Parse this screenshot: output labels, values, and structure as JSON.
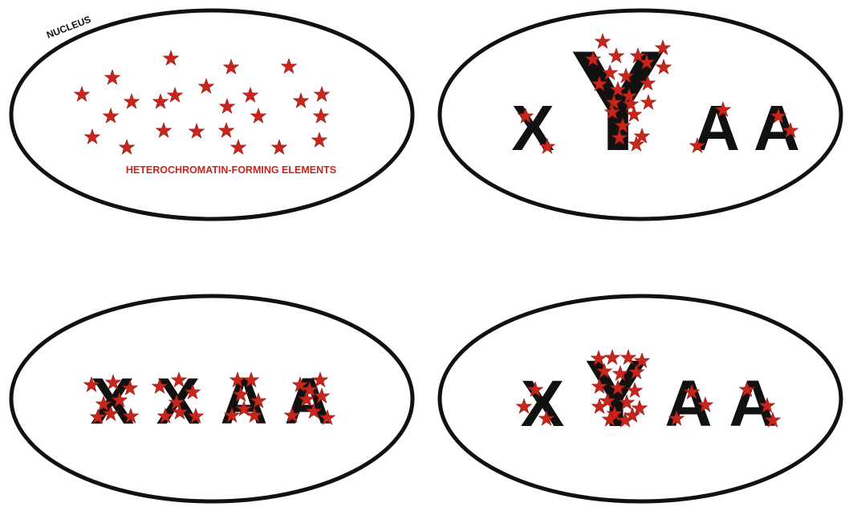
{
  "labels": {
    "nucleus": "NUCLEUS",
    "heterochromatin": "HETEROCHROMATIN-FORMING ELEMENTS"
  },
  "colors": {
    "outline": "#111111",
    "star": "#c8261c",
    "text_red": "#c8261c"
  },
  "icons": {
    "heterochromatin_element": "star-icon"
  },
  "panels": [
    {
      "id": "free-elements",
      "chromosomes": []
    },
    {
      "id": "male-xy",
      "chromosomes": [
        {
          "letter": "X",
          "star_count": 2
        },
        {
          "letter": "Y",
          "star_count": 22
        },
        {
          "letter": "A",
          "star_count": 2
        },
        {
          "letter": "A",
          "star_count": 2
        }
      ]
    },
    {
      "id": "female-xx",
      "chromosomes": [
        {
          "letter": "X",
          "star_count": 8
        },
        {
          "letter": "X",
          "star_count": 7
        },
        {
          "letter": "A",
          "star_count": 7
        },
        {
          "letter": "A",
          "star_count": 8
        }
      ]
    },
    {
      "id": "male-xy-redistributed",
      "chromosomes": [
        {
          "letter": "X",
          "star_count": 3
        },
        {
          "letter": "Y",
          "star_count": 18
        },
        {
          "letter": "A",
          "star_count": 3
        },
        {
          "letter": "A",
          "star_count": 3
        }
      ]
    }
  ]
}
